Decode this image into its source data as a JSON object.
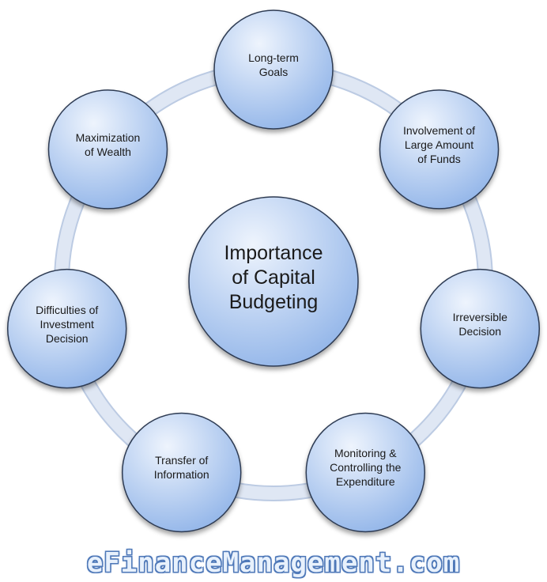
{
  "diagram": {
    "center": {
      "label": "Importance\nof Capital\nBudgeting"
    },
    "nodes": [
      {
        "label": "Long-term\nGoals"
      },
      {
        "label": "Involvement of\nLarge Amount\nof Funds"
      },
      {
        "label": "Irreversible\nDecision"
      },
      {
        "label": "Monitoring &\nControlling the\nExpenditure"
      },
      {
        "label": "Transfer of\nInformation"
      },
      {
        "label": "Difficulties of\nInvestment\nDecision"
      },
      {
        "label": "Maximization\nof Wealth"
      }
    ]
  },
  "colors": {
    "ring": "#dfe7f4",
    "ring_edge": "#bccbe3",
    "circle_light": "#eef4fd",
    "circle_dark": "#8fb3e8",
    "circle_stroke": "#2d3b52"
  },
  "watermark": {
    "text": "eFinanceManagement.com"
  }
}
